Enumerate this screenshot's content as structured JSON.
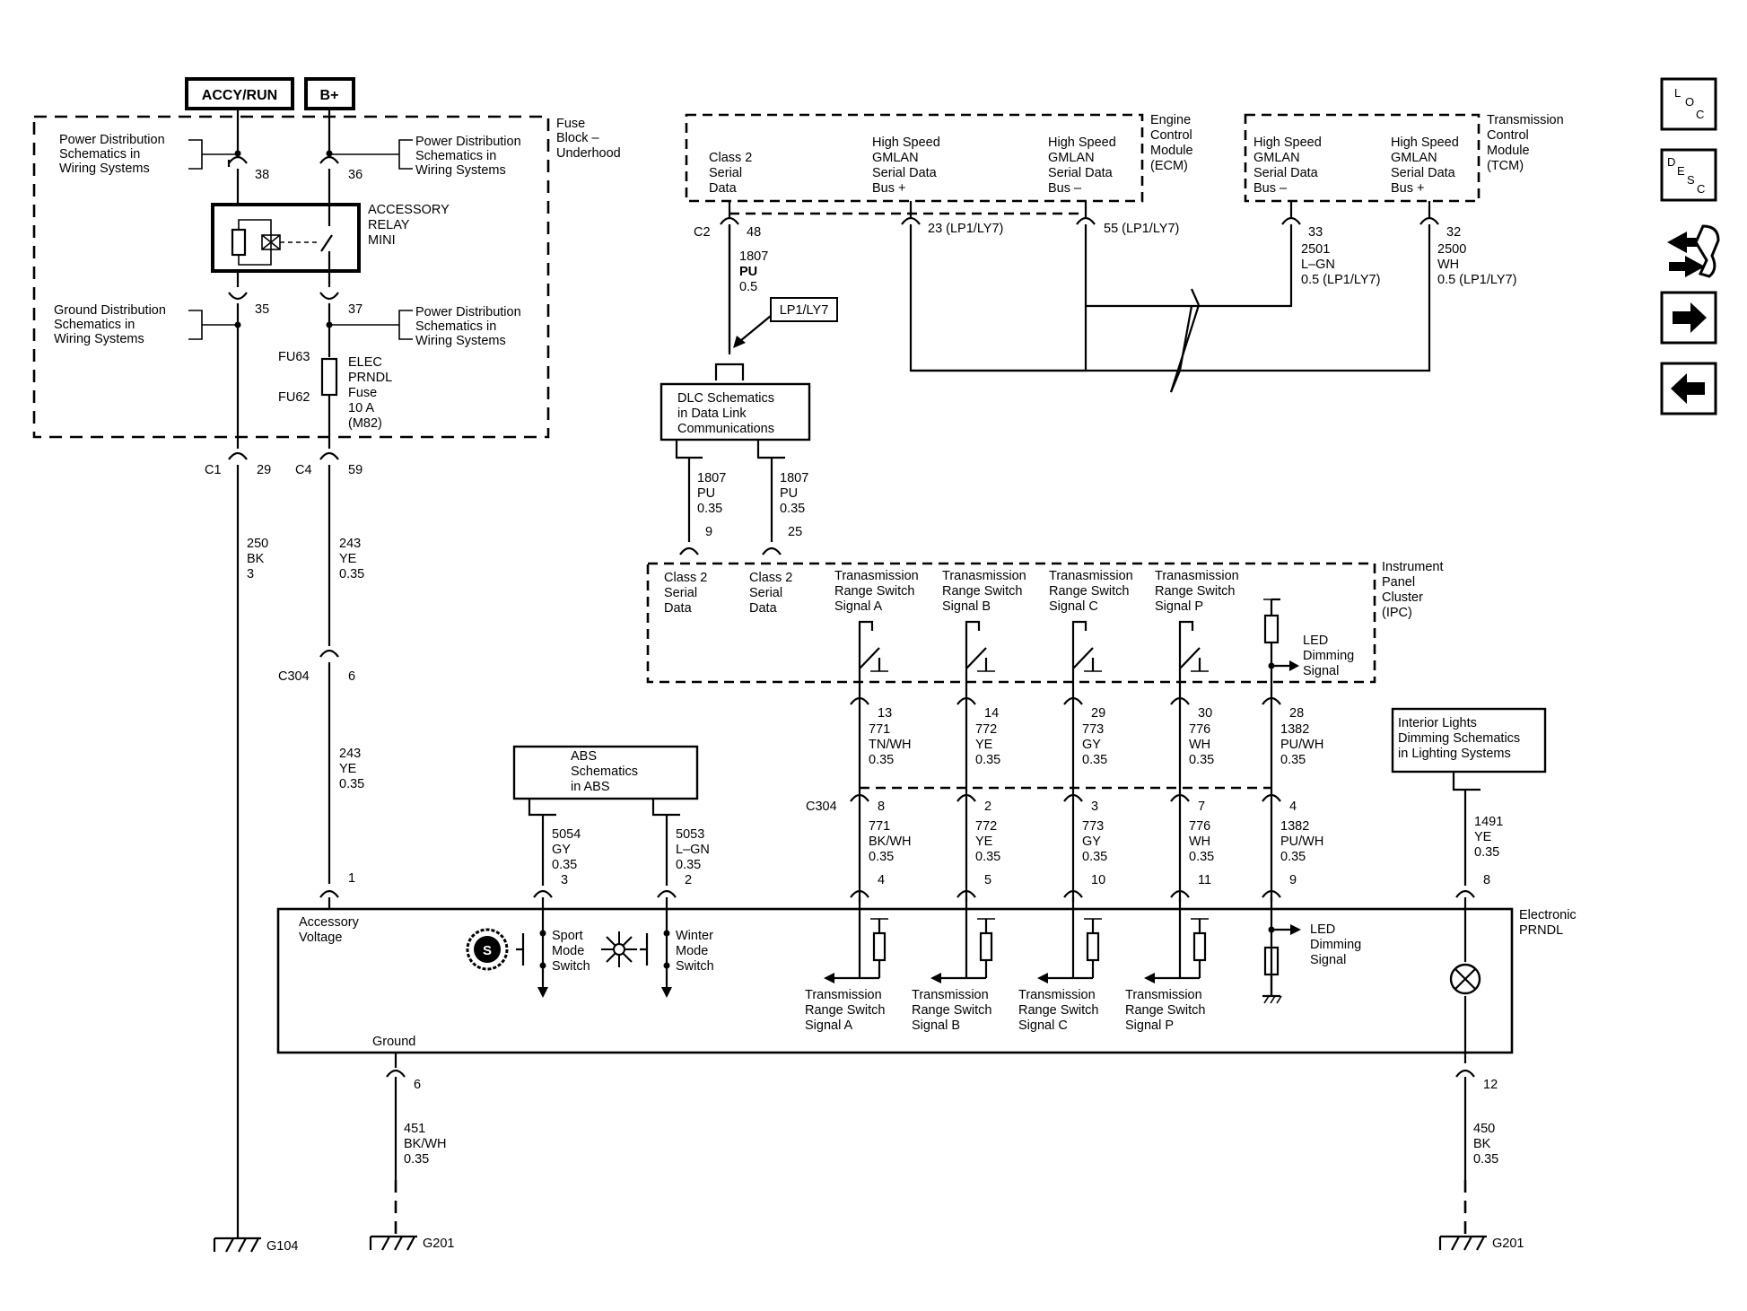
{
  "power_labels": {
    "accy_run": "ACCY/RUN",
    "bplus": "B+"
  },
  "fuse_block": {
    "title": [
      "Fuse",
      "Block –",
      "Underhood"
    ],
    "pdist_a": [
      "Power Distribution",
      "Schematics in",
      "Wiring Systems"
    ],
    "pdist_b": [
      "Power Distribution",
      "Schematics in",
      "Wiring Systems"
    ],
    "pdist_c": [
      "Power Distribution",
      "Schematics in",
      "Wiring Systems"
    ],
    "gdist": [
      "Ground Distribution",
      "Schematics in",
      "Wiring Systems"
    ],
    "pin38": "38",
    "pin36": "36",
    "pin35": "35",
    "pin37": "37",
    "relay": [
      "ACCESSORY",
      "RELAY",
      "MINI"
    ],
    "fu63": "FU63",
    "fu62": "FU62",
    "fuse": [
      "ELEC",
      "PRNDL",
      "Fuse",
      "10 A",
      "(M82)"
    ],
    "c1": "C1",
    "c1_pin": "29",
    "c4": "C4",
    "c4_pin": "59"
  },
  "wires_left": {
    "w250": [
      "250",
      "BK",
      "3"
    ],
    "w243a": [
      "243",
      "YE",
      "0.35"
    ],
    "c304": "C304",
    "c304_pin": "6",
    "w243b": [
      "243",
      "YE",
      "0.35"
    ],
    "pin1": "1",
    "w451": [
      "451",
      "BK/WH",
      "0.35"
    ],
    "g104": "G104",
    "g201a": "G201"
  },
  "ecm": {
    "title": [
      "Engine",
      "Control",
      "Module",
      "(ECM)"
    ],
    "class2": [
      "Class 2",
      "Serial",
      "Data"
    ],
    "hs_plus": [
      "High Speed",
      "GMLAN",
      "Serial Data",
      "Bus +"
    ],
    "hs_minus": [
      "High Speed",
      "GMLAN",
      "Serial Data",
      "Bus –"
    ],
    "c2": "C2",
    "pin48": "48",
    "pin23": "23 (LP1/LY7)",
    "pin55": "55 (LP1/LY7)",
    "w1807": [
      "1807",
      "PU",
      "0.5"
    ],
    "lp1": "LP1/LY7"
  },
  "tcm": {
    "title": [
      "Transmission",
      "Control",
      "Module",
      "(TCM)"
    ],
    "hs_minus": [
      "High Speed",
      "GMLAN",
      "Serial Data",
      "Bus –"
    ],
    "hs_plus": [
      "High Speed",
      "GMLAN",
      "Serial Data",
      "Bus +"
    ],
    "pin33": "33",
    "pin32": "32",
    "w2501": [
      "2501",
      "L–GN",
      "0.5 (LP1/LY7)"
    ],
    "w2500": [
      "2500",
      "WH",
      "0.5 (LP1/LY7)"
    ]
  },
  "dlc": {
    "box": [
      "DLC Schematics",
      "in Data Link",
      "Communications"
    ],
    "w1807a": [
      "1807",
      "PU",
      "0.35"
    ],
    "w1807b": [
      "1807",
      "PU",
      "0.35"
    ],
    "pin9": "9",
    "pin25": "25"
  },
  "ipc": {
    "title": [
      "Instrument",
      "Panel",
      "Cluster",
      "(IPC)"
    ],
    "class2a": [
      "Class 2",
      "Serial",
      "Data"
    ],
    "class2b": [
      "Class 2",
      "Serial",
      "Data"
    ],
    "tra": [
      "Tranasmission",
      "Range Switch",
      "Signal A"
    ],
    "trb": [
      "Tranasmission",
      "Range Switch",
      "Signal B"
    ],
    "trc": [
      "Tranasmission",
      "Range Switch",
      "Signal C"
    ],
    "trp": [
      "Tranasmission",
      "Range Switch",
      "Signal P"
    ],
    "led": [
      "LED",
      "Dimming",
      "Signal"
    ]
  },
  "wires_mid": {
    "p13": "13",
    "w771a": [
      "771",
      "TN/WH",
      "0.35"
    ],
    "p14": "14",
    "w772a": [
      "772",
      "YE",
      "0.35"
    ],
    "p29": "29",
    "w773a": [
      "773",
      "GY",
      "0.35"
    ],
    "p30": "30",
    "w776a": [
      "776",
      "WH",
      "0.35"
    ],
    "p28": "28",
    "w1382a": [
      "1382",
      "PU/WH",
      "0.35"
    ],
    "c304": "C304",
    "p8": "8",
    "w771b": [
      "771",
      "BK/WH",
      "0.35"
    ],
    "p2": "2",
    "w772b": [
      "772",
      "YE",
      "0.35"
    ],
    "p3": "3",
    "w773b": [
      "773",
      "GY",
      "0.35"
    ],
    "p7": "7",
    "w776b": [
      "776",
      "WH",
      "0.35"
    ],
    "p4": "4",
    "w1382b": [
      "1382",
      "PU/WH",
      "0.35"
    ],
    "p4b": "4",
    "p5": "5",
    "p10": "10",
    "p11": "11",
    "p9": "9"
  },
  "abs": {
    "box": [
      "ABS",
      "Schematics",
      "in ABS"
    ],
    "w5054": [
      "5054",
      "GY",
      "0.35"
    ],
    "w5053": [
      "5053",
      "L–GN",
      "0.35"
    ],
    "pin3": "3",
    "pin2": "2"
  },
  "interior": {
    "box": [
      "Interior Lights",
      "Dimming Schematics",
      "in Lighting Systems"
    ],
    "w1491": [
      "1491",
      "YE",
      "0.35"
    ],
    "pin8": "8",
    "pin12": "12",
    "w450": [
      "450",
      "BK",
      "0.35"
    ],
    "g201": "G201"
  },
  "prndl": {
    "title": [
      "Electronic",
      "PRNDL"
    ],
    "acc_voltage": [
      "Accessory",
      "Voltage"
    ],
    "ground": "Ground",
    "ground_pin": "6",
    "sport": [
      "Sport",
      "Mode",
      "Switch"
    ],
    "winter": [
      "Winter",
      "Mode",
      "Switch"
    ],
    "tra": [
      "Transmission",
      "Range Switch",
      "Signal A"
    ],
    "trb": [
      "Transmission",
      "Range Switch",
      "Signal B"
    ],
    "trc": [
      "Transmission",
      "Range Switch",
      "Signal C"
    ],
    "trp": [
      "Transmission",
      "Range Switch",
      "Signal P"
    ],
    "led": [
      "LED",
      "Dimming",
      "Signal"
    ]
  },
  "nav": {
    "loc": [
      "L",
      "O",
      "C"
    ],
    "desc": [
      "D",
      "E",
      "S",
      "C"
    ]
  }
}
